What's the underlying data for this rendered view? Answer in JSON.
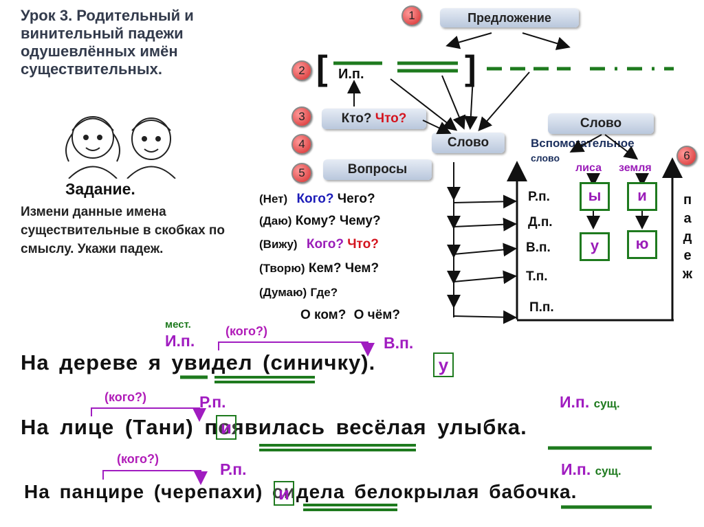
{
  "title": "Урок 3. Родительный и винительный падежи одушевлённых имён существительных.",
  "task": {
    "heading": "Задание.",
    "text": "Измени данные имена существительные в скобках по смыслу. Укажи падеж."
  },
  "steps": [
    "1",
    "2",
    "3",
    "4",
    "5",
    "6"
  ],
  "scheme": {
    "predlozhenie": "Предложение",
    "ip": "И.п.",
    "bracket_open": "[",
    "bracket_close": "]",
    "kto": "Кто?",
    "chto": "Что?",
    "slovo_mid": "Слово",
    "voprosy": "Вопросы",
    "slovo_right": "Слово",
    "vspom": "Вспомогательное",
    "vspom2": "слово"
  },
  "questions": [
    {
      "prefix": "(Нет)",
      "q1": "Кого?",
      "q2": "Чего?"
    },
    {
      "prefix": "(Даю)",
      "q1": "Кому?",
      "q2": "Чему?"
    },
    {
      "prefix": "(Вижу)",
      "q1": "Кого?",
      "q2": "Что?"
    },
    {
      "prefix": "(Творю)",
      "q1": "Кем?",
      "q2": "Чем?"
    },
    {
      "prefix": "(Думаю)",
      "q1": "Где?",
      "q2": ""
    },
    {
      "prefix": "",
      "q1": "О ком?",
      "q2": "О чём?"
    }
  ],
  "cases": [
    "Р.п.",
    "Д.п.",
    "В.п.",
    "Т.п.",
    "П.п."
  ],
  "padezh_letters": [
    "п",
    "а",
    "д",
    "е",
    "ж"
  ],
  "helper_words": {
    "w1": "лиса",
    "w2": "земля",
    "r1": "ы",
    "r2": "и",
    "v1": "у",
    "v2": "ю"
  },
  "exercises": [
    {
      "text": "На дереве я увидел (синичку).",
      "label_mest": "мест.",
      "label_left": "И.п.",
      "question": "(кого?)",
      "label_right": "В.п.",
      "ending": "у"
    },
    {
      "text": "На лице (Тани) появилась весёлая улыбка.",
      "question": "(кого?)",
      "label_left": "Р.п.",
      "label_right": "И.п.",
      "label_right_small": "сущ.",
      "ending": "и"
    },
    {
      "text": "На панцире (черепахи) сидела белокрылая бабочка.",
      "question": "(кого?)",
      "label_left": "Р.п.",
      "label_right": "И.п.",
      "label_right_small": "сущ.",
      "ending": "и"
    }
  ]
}
